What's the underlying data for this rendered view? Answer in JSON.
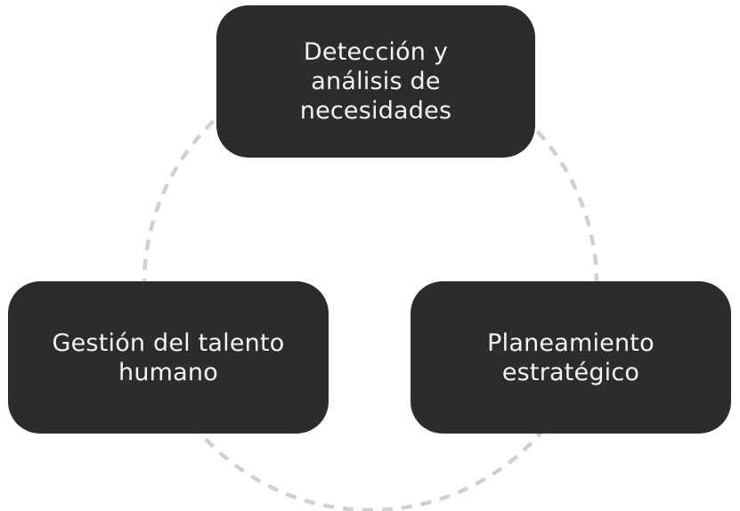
{
  "diagram": {
    "type": "cycle",
    "connector_style": "dashed-circle",
    "colors": {
      "node_fill": "#2b2c2e",
      "node_text": "#f4f4f4",
      "connector": "#ced1d4",
      "background": "#ffffff"
    },
    "nodes": [
      {
        "id": "top",
        "label": "Detección y\nanálisis de\nnecesidades"
      },
      {
        "id": "right",
        "label": "Planeamiento\nestratégico"
      },
      {
        "id": "left",
        "label": "Gestión del talento\nhumano"
      }
    ]
  }
}
